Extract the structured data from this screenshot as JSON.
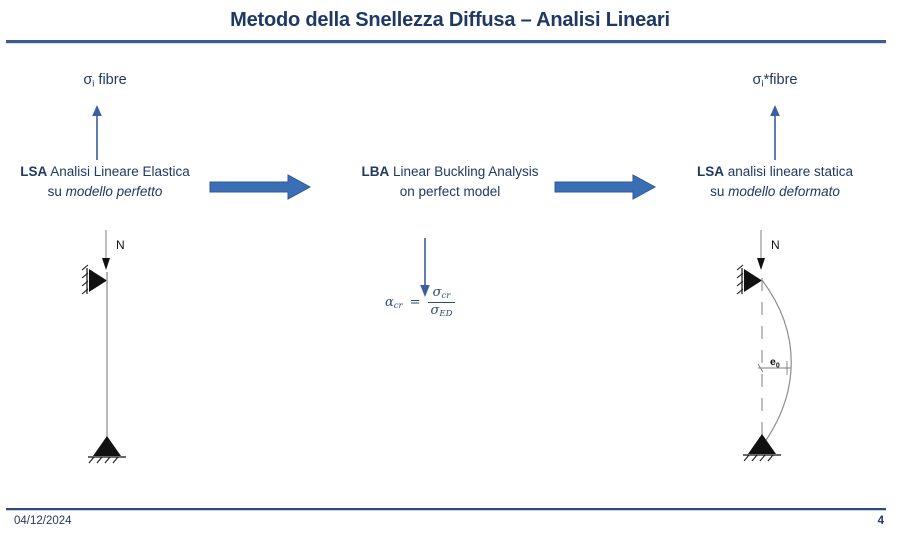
{
  "slide": {
    "title": "Metodo della Snellezza Diffusa – Analisi Lineari",
    "title_color": "#1F3864",
    "rule_color": "#3B5C8F",
    "accent_arrow_color": "#3A6FB5"
  },
  "columns": [
    {
      "id": "lsa-perfect",
      "fibre_label": {
        "sigma": "σ",
        "sub": "i",
        "rest": " fibre"
      },
      "arrow_up": "up-arrow-icon",
      "line1_code": "LSA",
      "line1_text": " Analisi Lineare  Elastica",
      "line2_prefix": "su ",
      "line2_italic": "modello perfetto",
      "diagram": {
        "name": "perfect-column-diagram",
        "load_label": "N",
        "top_support": "pin-support-icon",
        "bottom_support": "hinge-support-icon"
      }
    },
    {
      "id": "lba",
      "line1_code": "LBA",
      "line1_text": " Linear Buckling Analysis",
      "line2_prefix": "on perfect  model",
      "line2_italic": "",
      "arrow_down": "down-arrow-icon",
      "formula": {
        "lhs_symbol": "α",
        "lhs_sub": "cr",
        "equals": "=",
        "numerator_symbol": "σ",
        "numerator_sub": "cr",
        "denominator_symbol": "σ",
        "denominator_sub": "ED"
      }
    },
    {
      "id": "lsa-deformed",
      "fibre_label": {
        "sigma": "σ",
        "sub": "i",
        "rest": "*fibre"
      },
      "arrow_up": "up-arrow-icon",
      "line1_code": "LSA",
      "line1_text": " analisi lineare statica",
      "line2_prefix": "su ",
      "line2_italic": "modello deformato",
      "diagram": {
        "name": "deformed-column-diagram",
        "load_label": "N",
        "eccentricity_symbol": "e",
        "eccentricity_sub": "0",
        "top_support": "pin-support-icon",
        "bottom_support": "hinge-support-icon"
      }
    }
  ],
  "flow_arrows": [
    {
      "name": "flow-arrow-1"
    },
    {
      "name": "flow-arrow-2"
    }
  ],
  "footer": {
    "date": "04/12/2024",
    "page_number": "4"
  }
}
